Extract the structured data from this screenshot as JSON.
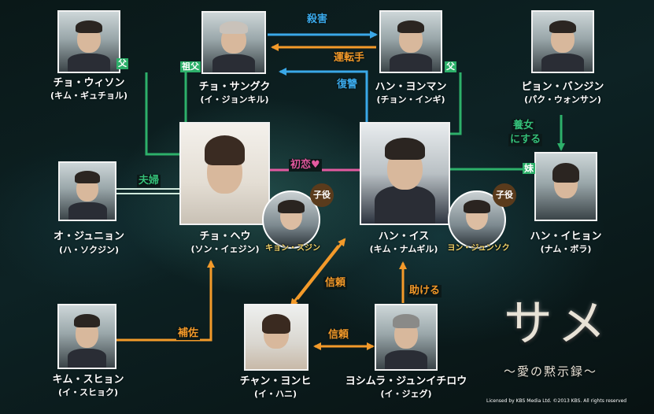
{
  "people": {
    "cho_woison": {
      "name": "チョ・ウィソン",
      "actor": "(キム・ギュチョル)"
    },
    "cho_sangguk": {
      "name": "チョ・サングク",
      "actor": "(イ・ジョンキル)"
    },
    "han_yongman": {
      "name": "ハン・ヨンマン",
      "actor": "(チョン・インギ)"
    },
    "pyeon_bangjin": {
      "name": "ピョン・バンジン",
      "actor": "(パク・ウォンサン)"
    },
    "cho_hae_u": {
      "name": "チョ・ヘウ",
      "actor": "(ソン・イェジン)"
    },
    "han_isu": {
      "name": "ハン・イス",
      "actor": "(キム・ナムギル)"
    },
    "oh_junyeong": {
      "name": "オ・ジュニョン",
      "actor": "(ハ・ソクジン)"
    },
    "han_ihyeon": {
      "name": "ハン・イヒョン",
      "actor": "(ナム・ボラ)"
    },
    "kim_suhyeon": {
      "name": "キム・スヒョン",
      "actor": "(イ・スヒョク)"
    },
    "chang_yonghi": {
      "name": "チャン・ヨンヒ",
      "actor": "(イ・ハニ)"
    },
    "yoshimura": {
      "name": "ヨシムラ・ジュンイチロウ",
      "actor": "(イ・ジェグ)"
    }
  },
  "children": {
    "hae_u_child": {
      "badge": "子役",
      "name": "キョン・スジン"
    },
    "isu_child": {
      "badge": "子役",
      "name": "ヨン・ジュンソク"
    }
  },
  "relations": {
    "murder": "殺害",
    "driver": "運転手",
    "revenge": "復讐",
    "father_left": "父",
    "grandfather": "祖父",
    "father_right": "父",
    "first_love": "初恋♥",
    "adopt": "養女\nにする",
    "adopt_line1": "養女",
    "adopt_line2": "にする",
    "sister": "妹",
    "spouse": "夫婦",
    "trust_upper": "信頼",
    "help": "助ける",
    "assist": "補佐",
    "trust_lower": "信頼"
  },
  "logo": {
    "title": "サメ",
    "subtitle": "～愛の黙示録～"
  },
  "license": "Licensed by KBS Media Ltd.  ©2013 KBS. All rights reserved",
  "colors": {
    "blue": "#3aa8e8",
    "orange": "#f39a2a",
    "green": "#2db06a",
    "pink": "#e25aa0"
  }
}
